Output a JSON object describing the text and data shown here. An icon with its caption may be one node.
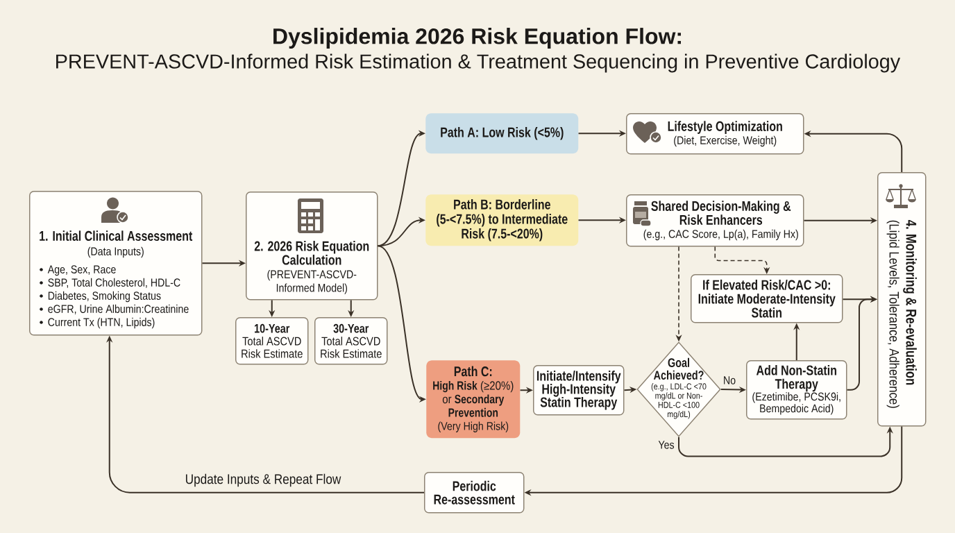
{
  "diagram": {
    "title": "Dyslipidemia 2026 Risk Equation Flow:",
    "nodes": [
      {
        "text": [
          "1. Initial Clinical Assessment",
          "(Data Inputs)",
          "Age, Sex, Race",
          "SBP, Total Cholesterol, HDL-C",
          "Diabetes, Smoking Status",
          "eGFR, Urine Albumin:Creatinine",
          "Current Tx (HTN, Lipids)"
        ]
      },
      {
        "text": [
          "2. 2026 Risk Equation Calculation",
          "(PREVENT-ASCVD-Informed Model)"
        ]
      },
      {
        "text": [
          "10-Year",
          "Total ASCVD Risk Estimate"
        ]
      },
      {
        "text": [
          "30-Year",
          "Total ASCVD Risk Estimate"
        ]
      },
      {
        "text": [
          "Path A: Low Risk (<5%)"
        ]
      },
      {
        "text": [
          "Path B: Borderline (5-<7.5%) to Intermediate Risk (7.5-<20%)"
        ]
      },
      {
        "text": [
          "Path C:",
          "**High Risk** (≥20%) or **Secondary Prevention**",
          "(Very High Risk)"
        ]
      },
      {
        "text": [
          "Lifestyle Optimization",
          "(Diet, Exercise, Weight)"
        ]
      },
      {
        "text": [
          "Shared Decision-Making & Risk Enhancers",
          "(e.g., CAC Score, Lp(a), Family Hx)"
        ]
      },
      {
        "text": [
          "If Elevated Risk/CAC >0: Initiate Moderate-Intensity Statin"
        ]
      },
      {
        "text": [
          "Initiate/Intensify High-Intensity Statin Therapy"
        ]
      },
      {
        "text": [
          "Goal Achieved?",
          "(e.g., LDL-C <70 mg/dL or Non-HDL-C <100 mg/dL)"
        ]
      },
      {
        "text": [
          "Add Non-Statin Therapy",
          "(Ezetimibe, PCSK9i, Bempedoic Acid)"
        ]
      },
      {
        "text": [
          "4. Monitoring & Re-evaluation",
          "(Lipid Levels, Tolerance, Adherence)"
        ]
      },
      {
        "text": [
          "Periodic Re-assessment"
        ]
      }
    ],
    "edges": [
      {
        "from": 0,
        "to": 1,
        "arrow": "to"
      },
      {
        "from": 1,
        "to": 2,
        "arrow": "to"
      },
      {
        "from": 1,
        "to": 3,
        "arrow": "to"
      },
      {
        "from": 1,
        "to": 4,
        "arrow": "to"
      },
      {
        "from": 1,
        "to": 5,
        "arrow": "to"
      },
      {
        "from": 1,
        "to": 6,
        "arrow": "to"
      },
      {
        "from": 4,
        "to": 7,
        "arrow": "to"
      },
      {
        "from": 5,
        "to": 8,
        "arrow": "to"
      },
      {
        "from": 6,
        "to": 10,
        "arrow": "to"
      },
      {
        "from": 10,
        "to": 11,
        "arrow": "to"
      },
      {
        "from": 11,
        "to": 12,
        "arrow": "to",
        "label": "No"
      },
      {
        "from": 11,
        "to": 13,
        "arrow": "to",
        "label": "Yes"
      },
      {
        "from": 12,
        "to": 9,
        "arrow": "to"
      },
      {
        "from": 12,
        "to": 13,
        "arrow": "to"
      },
      {
        "from": 9,
        "to": 13,
        "arrow": "to"
      },
      {
        "from": 8,
        "to": 13,
        "arrow": "to"
      },
      {
        "from": 8,
        "to": 9,
        "arrow": "to",
        "style": "dashed"
      },
      {
        "from": 8,
        "to": 11,
        "arrow": "to",
        "style": "dashed"
      },
      {
        "from": 13,
        "to": 7,
        "arrow": "to"
      },
      {
        "from": 13,
        "to": 14,
        "arrow": "to"
      },
      {
        "from": 14,
        "to": 0,
        "arrow": "to",
        "label": "Update Inputs & Repeat Flow"
      }
    ],
    "labels": [
      "PREVENT-ASCVD-Informed Risk Estimation & Treatment Sequencing in Preventive Cardiology"
    ]
  }
}
